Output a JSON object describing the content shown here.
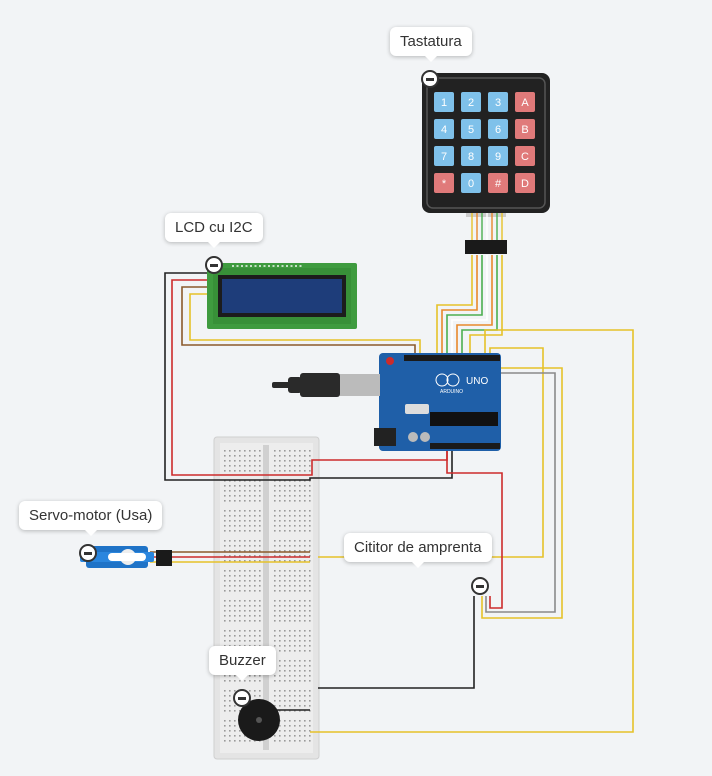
{
  "labels": {
    "keypad": "Tastatura",
    "lcd": "LCD cu I2C",
    "servo": "Servo-motor (Usa)",
    "fingerprint": "Cititor de amprenta",
    "buzzer": "Buzzer"
  },
  "keypad": {
    "keys": [
      "1",
      "2",
      "3",
      "A",
      "4",
      "5",
      "6",
      "B",
      "7",
      "8",
      "9",
      "C",
      "*",
      "0",
      "#",
      "D"
    ]
  },
  "arduino": {
    "model": "UNO",
    "brand": "ARDUINO"
  },
  "colors": {
    "background": "#f2f4f6",
    "wire_red": "#cc2b2b",
    "wire_black": "#222222",
    "wire_yellow": "#e6c229",
    "wire_gray": "#8a8a8a",
    "wire_green": "#4caf50",
    "wire_orange": "#e8892b",
    "arduino_board": "#1f5fa8",
    "lcd_board": "#3f9b3f",
    "keypad_body": "#222222"
  }
}
